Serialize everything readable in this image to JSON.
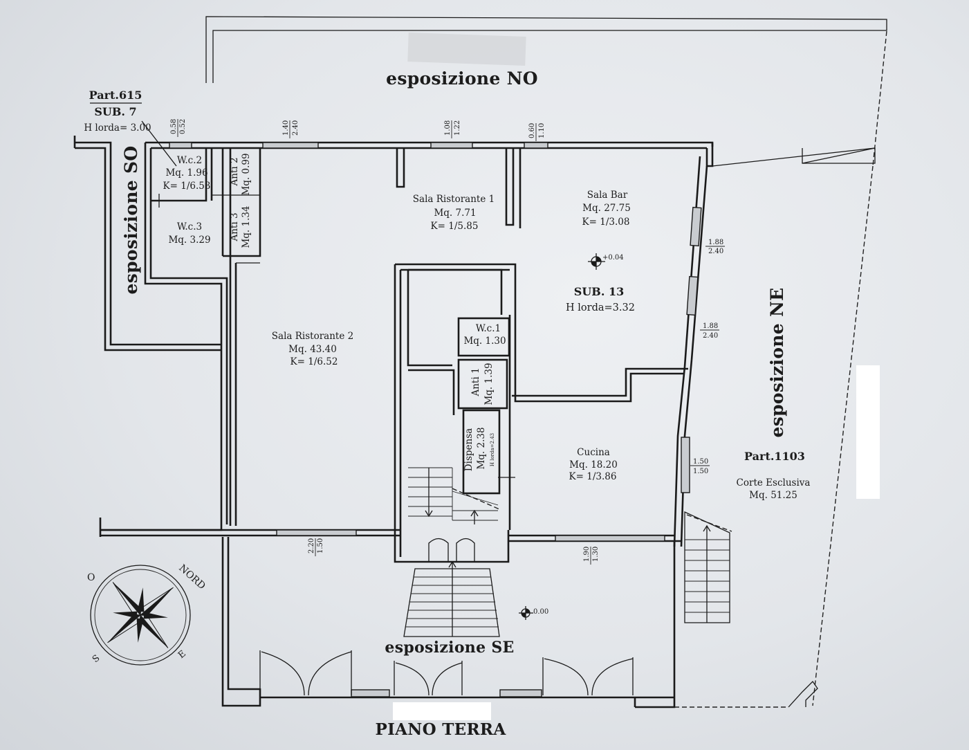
{
  "exposures": {
    "no": "esposizione NO",
    "so": "esposizione SO",
    "ne": "esposizione NE",
    "se": "esposizione SE"
  },
  "floor_title": "PIANO TERRA",
  "part615": {
    "part": "Part.615",
    "sub": "SUB. 7",
    "height": "H lorda= 3.00"
  },
  "sub13": {
    "sub": "SUB. 13",
    "height": "H lorda=3.32"
  },
  "part1103": {
    "part": "Part.1103",
    "area_name": "Corte Esclusiva",
    "area": "Mq. 51.25"
  },
  "rooms": {
    "wc2": {
      "name": "W.c.2",
      "area": "Mq. 1.96",
      "k": "K= 1/6.53"
    },
    "anti2": {
      "name": "Anti 2",
      "area": "Mq. 0.99"
    },
    "wc3": {
      "name": "W.c.3",
      "area": "Mq. 3.29"
    },
    "anti3": {
      "name": "Anti 3",
      "area": "Mq. 1.34"
    },
    "sala1": {
      "name": "Sala Ristorante 1",
      "area": "Mq. 7.71",
      "k": "K= 1/5.85"
    },
    "bar": {
      "name": "Sala Bar",
      "area": "Mq. 27.75",
      "k": "K= 1/3.08"
    },
    "sala2": {
      "name": "Sala Ristorante 2",
      "area": "Mq. 43.40",
      "k": "K= 1/6.52"
    },
    "wc1": {
      "name": "W.c.1",
      "area": "Mq. 1.30"
    },
    "anti1": {
      "name": "Anti 1",
      "area": "Mq. 1.39"
    },
    "dispensa": {
      "name": "Dispensa",
      "area": "Mq. 2.38",
      "height": "H lorda=2.43"
    },
    "cucina": {
      "name": "Cucina",
      "area": "Mq. 18.20",
      "k": "K= 1/3.86"
    }
  },
  "levels": {
    "bar": "+0.04",
    "outside": "0.00"
  },
  "openings": [
    {
      "top": "0.58",
      "bottom": "0.52"
    },
    {
      "top": "1.40",
      "bottom": "2.40"
    },
    {
      "top": "1.08",
      "bottom": "1.22"
    },
    {
      "top": "0.60",
      "bottom": "1.10"
    },
    {
      "top": "1.88",
      "bottom": "2.40"
    },
    {
      "top": "1.88",
      "bottom": "2.40"
    },
    {
      "top": "1.50",
      "bottom": "1.50"
    },
    {
      "top": "2.20",
      "bottom": "1.50"
    },
    {
      "top": "1.90",
      "bottom": "1.30"
    }
  ],
  "compass": {
    "nord": "NORD",
    "o": "O",
    "s": "S",
    "e": "E"
  }
}
